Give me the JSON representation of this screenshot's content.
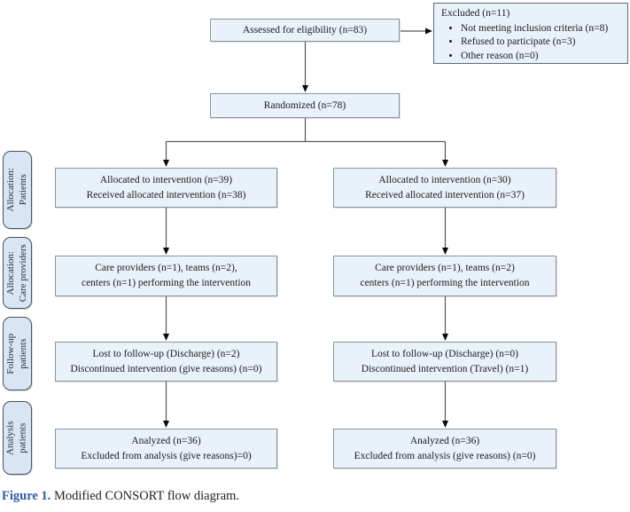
{
  "diagram": {
    "assessed": {
      "text": "Assessed for eligibility (n=83)"
    },
    "excluded": {
      "title": "Excluded (n=11)",
      "items": [
        "Not meeting inclusion criteria (n=8)",
        "Refused to participate (n=3)",
        "Other reason (n=0)"
      ]
    },
    "randomized": {
      "text": "Randomized (n=78)"
    },
    "left_arm": {
      "allocation": {
        "line1": "Allocated to intervention (n=39)",
        "line2": "Received allocated intervention (n=38)"
      },
      "care_providers": {
        "line1": "Care providers (n=1), teams (n=2),",
        "line2": "centers (n=1) performing the intervention"
      },
      "follow_up": {
        "line1": "Lost to follow-up (Discharge) (n=2)",
        "line2": "Discontinued intervention (give reasons) (n=0)"
      },
      "analysis": {
        "line1": "Analyzed (n=36)",
        "line2": "Excluded from analysis (give reasons)=0)"
      }
    },
    "right_arm": {
      "allocation": {
        "line1": "Allocated to intervention (n=30)",
        "line2": "Received allocated intervention (n=37)"
      },
      "care_providers": {
        "line1": "Care providers (n=1), teams (n=2)",
        "line2": "centers (n=1) performing the intervention"
      },
      "follow_up": {
        "line1": "Lost to follow-up (Discharge) (n=0)",
        "line2": "Discontinued intervention (Travel) (n=1)"
      },
      "analysis": {
        "line1": "Analyzed (n=36)",
        "line2": "Excluded from analysis (give reasons) (n=0)"
      }
    },
    "stage_labels": [
      {
        "line1": "Allocation:",
        "line2": "Patients"
      },
      {
        "line1": "Allocation:",
        "line2": "Care providers"
      },
      {
        "line1": "Follow-up",
        "line2": "patients"
      },
      {
        "line1": "Analysis",
        "line2": "patients"
      }
    ]
  },
  "caption": {
    "label": "Figure 1.",
    "text": " Modified CONSORT flow diagram."
  },
  "colors": {
    "box_fill": "#e9f1fa",
    "box_border": "#8a959f",
    "excluded_border": "#5d6b78",
    "label_fill": "#d7e5f4",
    "label_border": "#49525b",
    "line_color": "#555555",
    "arrow_color": "#0a0a0a",
    "caption_accent": "#2b5ea8"
  }
}
